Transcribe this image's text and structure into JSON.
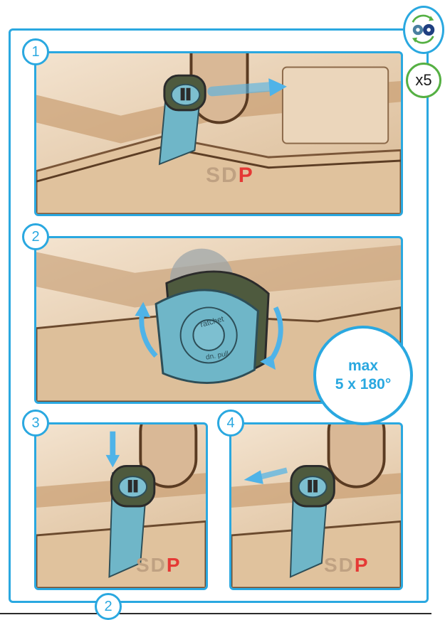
{
  "header": {
    "gear_icon": "gears-icon",
    "count_label": "x5"
  },
  "steps": [
    {
      "number": "1",
      "brand": [
        "SD",
        "P"
      ]
    },
    {
      "number": "2",
      "text_outer": "ratchet",
      "text_inner": "dn. pull"
    },
    {
      "number": "3",
      "brand": [
        "SD",
        "P"
      ]
    },
    {
      "number": "4",
      "brand": [
        "SD",
        "P"
      ]
    }
  ],
  "rotation_limit": {
    "line1": "max",
    "line2": "5 x 180°"
  },
  "footer": {
    "ref_number": "2"
  },
  "colors": {
    "accent": "#2aa8e0",
    "part": "#6fb6c8",
    "red": "#e53935",
    "green": "#55b043"
  }
}
